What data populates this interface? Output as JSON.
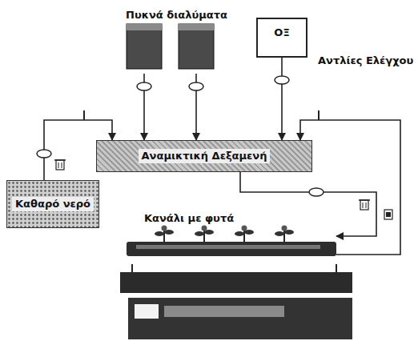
{
  "diagram": {
    "nodes": [
      {
        "text": [
          "Πυκνά διαλύματα"
        ]
      },
      {
        "text": [
          "ΟΞ"
        ]
      },
      {
        "text": [
          "Αναμικτική Δεξαμενή"
        ]
      },
      {
        "text": [
          "Καθαρό νερό"
        ]
      },
      {
        "text": [
          "Κανάλι με φυτά"
        ]
      }
    ],
    "edges": [
      {
        "from": 0,
        "to": 2,
        "arrow": "to"
      },
      {
        "from": 0,
        "to": 2,
        "arrow": "to"
      },
      {
        "from": 1,
        "to": 2,
        "arrow": "to"
      },
      {
        "from": 3,
        "to": 2,
        "arrow": "to"
      },
      {
        "from": 2,
        "to": 4,
        "arrow": "to"
      },
      {
        "from": 4,
        "to": 2,
        "arrow": "to"
      }
    ],
    "labels": [
      "Αντλίες Ελέγχου"
    ]
  }
}
